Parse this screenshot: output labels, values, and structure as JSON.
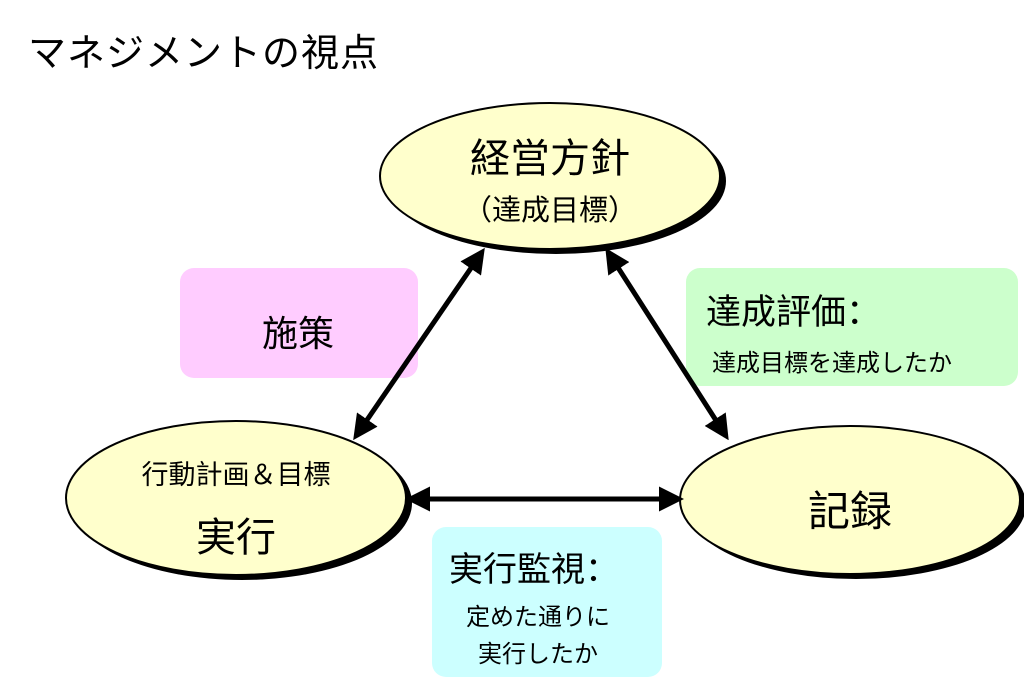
{
  "title": "マネジメントの視点",
  "nodes": {
    "policy": {
      "title": "経営方針",
      "subtitle": "（達成目標）"
    },
    "execution": {
      "subtitle": "行動計画＆目標",
      "title": "実行"
    },
    "record": {
      "title": "記録"
    }
  },
  "boxes": {
    "measures": {
      "title": "施策"
    },
    "evaluation": {
      "title": "達成評価：",
      "text": "達成目標を達成したか"
    },
    "monitoring": {
      "title": "実行監視：",
      "lines": [
        "定めた通りに",
        "実行したか"
      ]
    }
  },
  "colors": {
    "ellipse_fill": "#ffffcc",
    "measures_box": "#ffccff",
    "evaluation_box": "#ccffcc",
    "monitoring_box": "#ccffff",
    "arrow": "#000000"
  },
  "icons": [
    "double-headed-arrow"
  ]
}
